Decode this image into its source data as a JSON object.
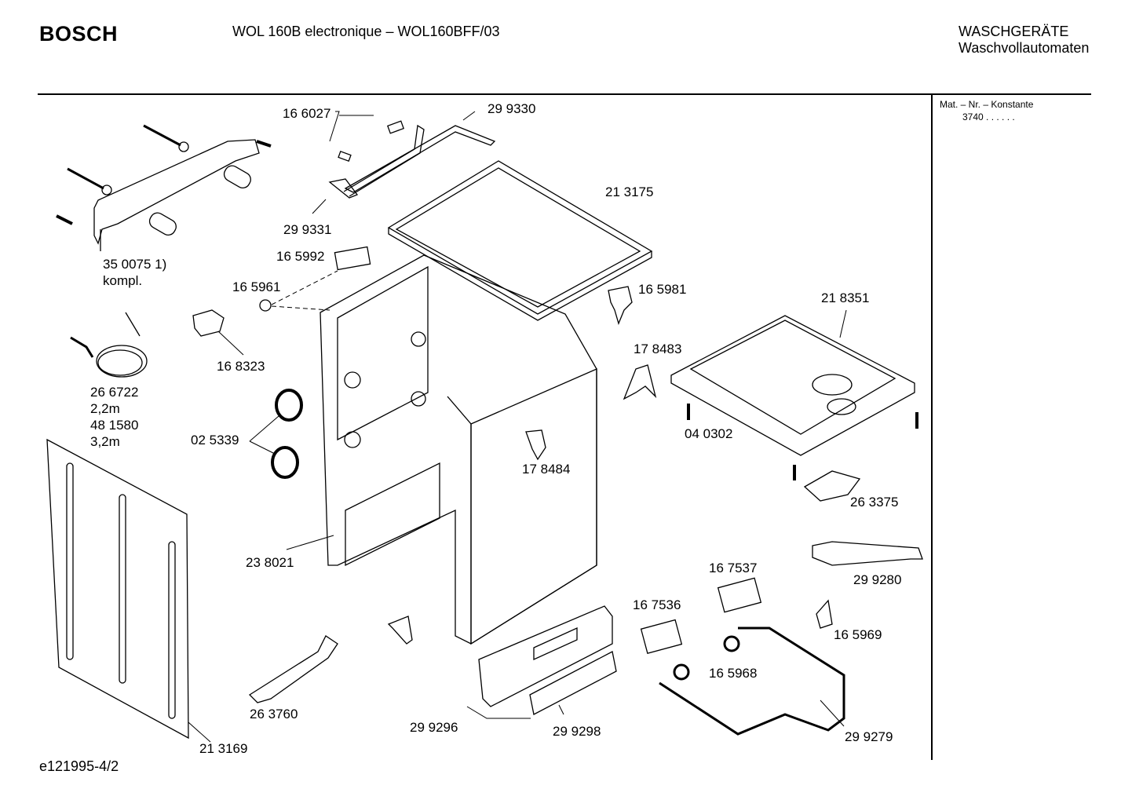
{
  "header": {
    "brand": "BOSCH",
    "model": "WOL 160B electronique – WOL160BFF/03",
    "category_line1": "WASCHGERÄTE",
    "category_line2": "Waschvollautomaten"
  },
  "sidebar": {
    "mat_label": "Mat. – Nr. – Konstante",
    "mat_value": "3740  .  .   .  .  .  ."
  },
  "footer": {
    "code": "e121995-4/2"
  },
  "parts": {
    "p166027": "16 6027",
    "p299330": "29 9330",
    "p213175": "21 3175",
    "p299331": "29 9331",
    "p350075": "35 0075 1)",
    "p350075b": "kompl.",
    "p165992": "16 5992",
    "p165961": "16 5961",
    "p165981": "16 5981",
    "p218351": "21 8351",
    "p168323": "16 8323",
    "p178483": "17 8483",
    "p266722": "26 6722",
    "p266722b": "2,2m",
    "p481580": "48 1580",
    "p481580b": "3,2m",
    "p025339": "02 5339",
    "p040302": "04 0302",
    "p178484": "17 8484",
    "p263375": "26 3375",
    "p238021": "23 8021",
    "p167537": "16 7537",
    "p299280": "29 9280",
    "p167536": "16 7536",
    "p165969": "16 5969",
    "p165968": "16 5968",
    "p263760": "26 3760",
    "p299296": "29 9296",
    "p299298": "29 9298",
    "p299279": "29 9279",
    "p213169": "21 3169"
  }
}
